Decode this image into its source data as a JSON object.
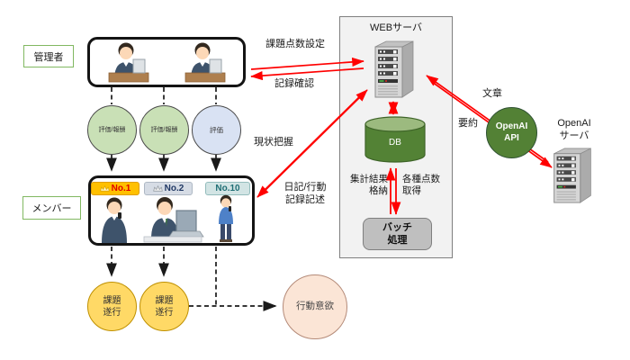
{
  "colors": {
    "arrow_red": "#FF0000",
    "dash_black": "#1A1A1A",
    "actor_border_green": "#81B861",
    "eval_green": "#C9E0B6",
    "eval_blue": "#D9E2F3",
    "task_yellow": "#FFD966",
    "motivation_peach": "#FBE5D6",
    "db_green": "#538235",
    "openai_green": "#538135",
    "panel_gray": "#F2F2F2",
    "batch_gray": "#BFBFBF",
    "badge1_gold": "#FFC000",
    "badge2_silver": "#D6DCE5",
    "badge3_teal": "#D2E4E4"
  },
  "actors": {
    "admin_label": "管理者",
    "member_label": "メンバー"
  },
  "admin_flows": {
    "task_point_setting": "課題点数設定",
    "record_confirm": "記録確認"
  },
  "member_flows": {
    "status_grasp": "現状把握",
    "diary_record": "日記/行動\n記録記述"
  },
  "evaluation_circles": {
    "eval_reward_1": "評価/報酬",
    "eval_reward_2": "評価/報酬",
    "eval_only": "評価"
  },
  "outcome_circles": {
    "task_exec_1": "課題\n遂行",
    "task_exec_2": "課題\n遂行",
    "motivation": "行動意欲"
  },
  "badges": [
    {
      "label": "No.1"
    },
    {
      "label": "No.2"
    },
    {
      "label": "No.10"
    }
  ],
  "server_panel": {
    "web_server_label": "WEBサーバ",
    "db_label": "DB",
    "batch_label": "バッチ\n処理",
    "aggregate_store": "集計結果\n格納",
    "points_fetch": "各種点数\n取得"
  },
  "openai": {
    "api_label": "OpenAI\nAPI",
    "server_label": "OpenAI\nサーバ",
    "document": "文章",
    "summary": "要約"
  }
}
